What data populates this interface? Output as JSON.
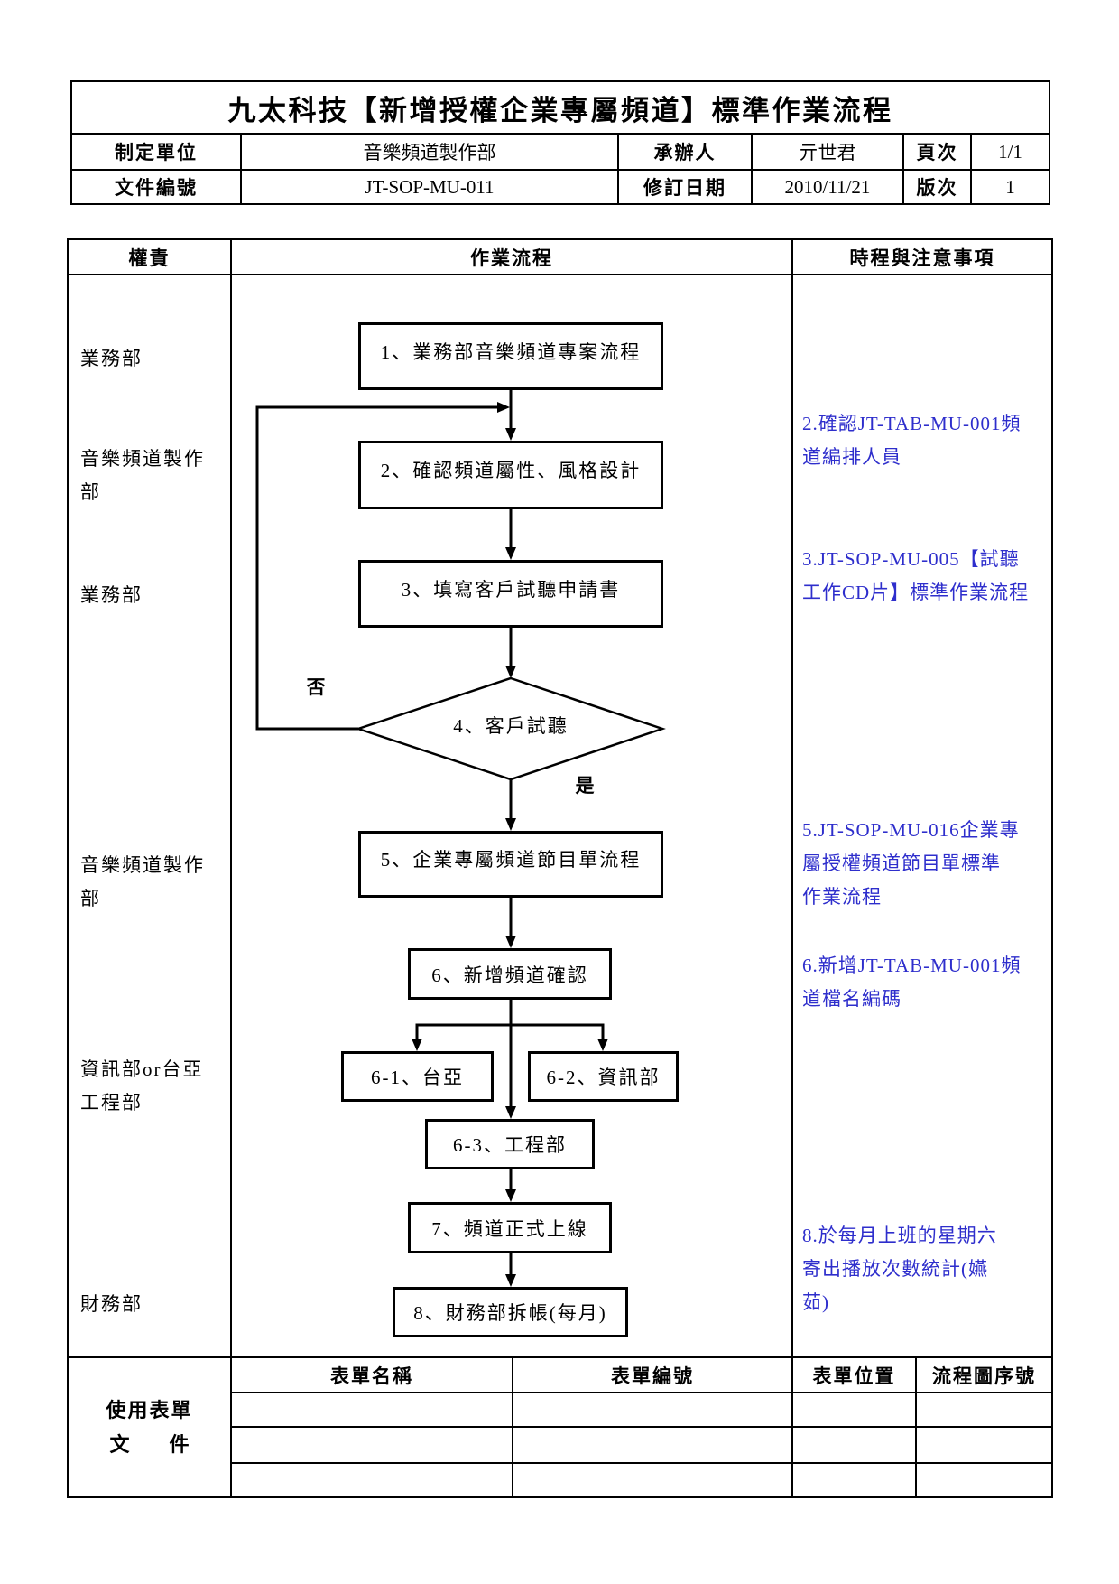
{
  "header": {
    "title": "九太科技【新增授權企業專屬頻道】標準作業流程",
    "dept_label": "制定單位",
    "dept": "音樂頻道製作部",
    "handler_label": "承辦人",
    "handler": "亓世君",
    "page_label": "頁次",
    "page": "1/1",
    "doc_no_label": "文件編號",
    "doc_no": "JT-SOP-MU-011",
    "rev_date_label": "修訂日期",
    "rev_date": "2010/11/21",
    "version_label": "版次",
    "version": "1"
  },
  "columns": {
    "duty": "權責",
    "flow": "作業流程",
    "notes": "時程與注意事項"
  },
  "duties": [
    {
      "lines": [
        "業務部"
      ]
    },
    {
      "lines": [
        "音樂頻道製作",
        "部"
      ]
    },
    {
      "lines": [
        "業務部"
      ]
    },
    {
      "lines": [
        "音樂頻道製作",
        "部"
      ]
    },
    {
      "lines": [
        "資訊部or台亞",
        "工程部"
      ]
    },
    {
      "lines": [
        "財務部"
      ]
    }
  ],
  "flow": {
    "steps": [
      "1、業務部音樂頻道專案流程",
      "2、確認頻道屬性、風格設計",
      "3、填寫客戶試聽申請書",
      "4、客戶試聽",
      "5、企業專屬頻道節目單流程",
      "6、新增頻道確認",
      "6-1、台亞",
      "6-2、資訊部",
      "6-3、工程部",
      "7、頻道正式上線",
      "8、財務部拆帳(每月)"
    ],
    "decision_no": "否",
    "decision_yes": "是"
  },
  "notes": [
    {
      "lines": [
        "2.確認JT-TAB-MU-001頻",
        "道編排人員"
      ]
    },
    {
      "lines": [
        "3.JT-SOP-MU-005【試聽",
        "工作CD片】標準作業流程"
      ]
    },
    {
      "lines": [
        "5.JT-SOP-MU-016企業專",
        "屬授權頻道節目單標準",
        "作業流程"
      ]
    },
    {
      "lines": [
        "6.新增JT-TAB-MU-001頻",
        "道檔名編碼"
      ]
    },
    {
      "lines": [
        "8.於每月上班的星期六",
        "寄出播放次數統計(嬿",
        "茹)"
      ]
    }
  ],
  "forms": {
    "label": "使用表單",
    "label2": "文件",
    "headers": [
      "表單名稱",
      "表單編號",
      "表單位置",
      "流程圖序號"
    ],
    "rows": [
      [
        "",
        "",
        "",
        ""
      ],
      [
        "",
        "",
        "",
        ""
      ],
      [
        "",
        "",
        "",
        ""
      ]
    ]
  },
  "colors": {
    "note_text": "#2e2ecc"
  }
}
